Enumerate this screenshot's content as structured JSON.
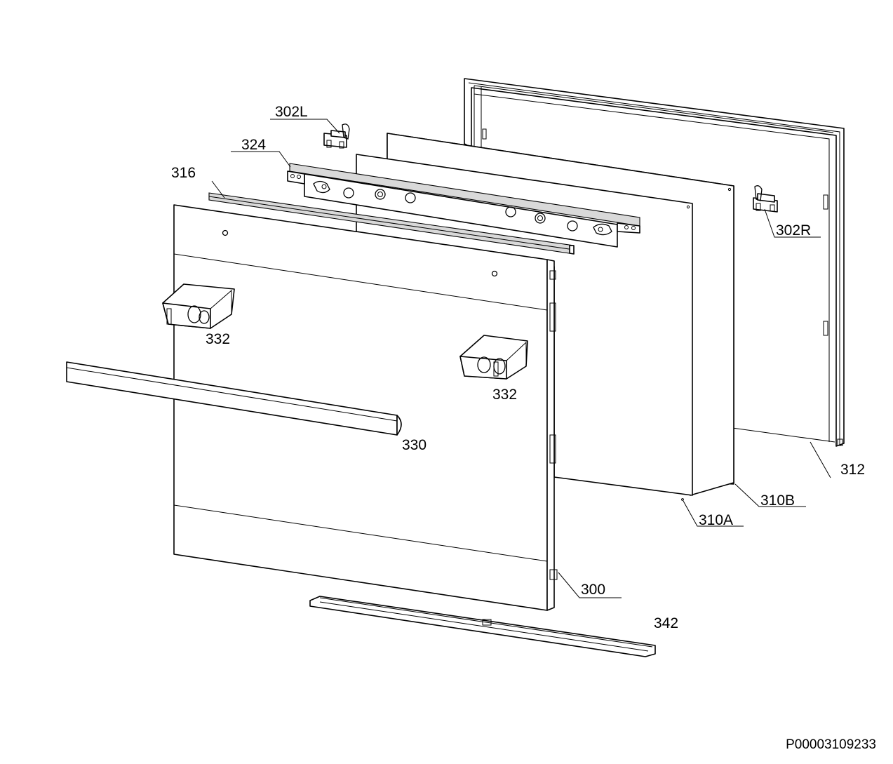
{
  "labels": {
    "p302L": "302L",
    "p324": "324",
    "p316": "316",
    "p302R": "302R",
    "p332a": "332",
    "p332b": "332",
    "p330": "330",
    "p312": "312",
    "p310B": "310B",
    "p310A": "310A",
    "p300": "300",
    "p342": "342"
  },
  "document_code": "P00003109233"
}
